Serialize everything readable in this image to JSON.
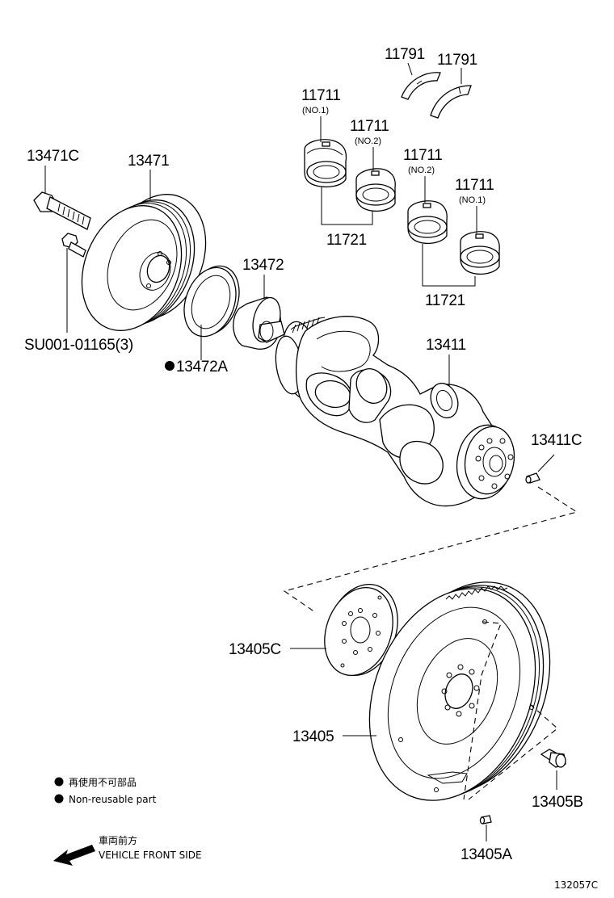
{
  "labels": {
    "p11791a": "11791",
    "p11791b": "11791",
    "p11711_1": "11711",
    "p11711_1_sub": "(NO.1)",
    "p11711_2": "11711",
    "p11711_2_sub": "(NO.2)",
    "p11711_3": "11711",
    "p11711_3_sub": "(NO.2)",
    "p11711_4": "11711",
    "p11711_4_sub": "(NO.1)",
    "p11721a": "11721",
    "p11721b": "11721",
    "p13471c": "13471C",
    "p13471": "13471",
    "p13472": "13472",
    "psu": "SU001-01165(3)",
    "p13472a": "13472A",
    "p13411": "13411",
    "p13411c": "13411C",
    "p13405c": "13405C",
    "p13405": "13405",
    "p13405b": "13405B",
    "p13405a": "13405A"
  },
  "legend": {
    "line1": "再使用不可部品",
    "line2": "Non-reusable part"
  },
  "direction": {
    "jp": "車両前方",
    "en": "VEHICLE FRONT SIDE"
  },
  "figure_code": "132057C"
}
